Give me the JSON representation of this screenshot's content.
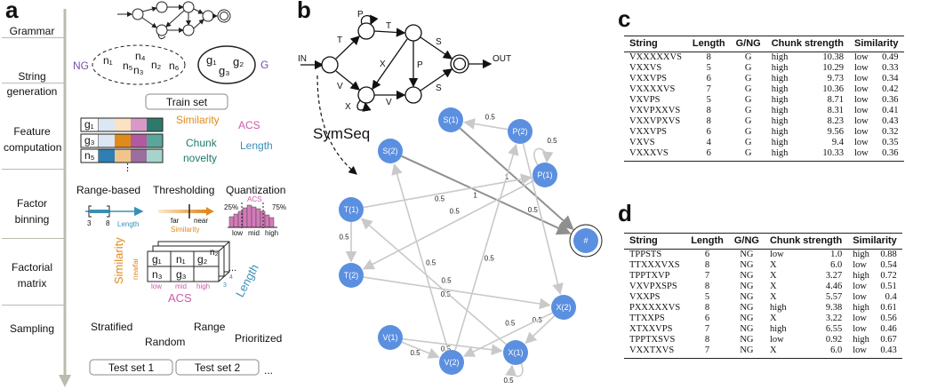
{
  "panels": {
    "a": "a",
    "b": "b",
    "c": "c",
    "d": "d"
  },
  "panel_a": {
    "stages": [
      "Grammar",
      "String",
      "generation",
      "Feature",
      "computation",
      "Factor",
      "binning",
      "Factorial",
      "matrix",
      "Sampling"
    ],
    "ng_label": "NG",
    "g_label": "G",
    "ng_items": [
      "n₁",
      "n₅",
      "n₄",
      "n₃",
      "n₂",
      "n₆"
    ],
    "g_items": [
      "g₁",
      "g₂",
      "g₃"
    ],
    "train_set": "Train set",
    "feature_rows": [
      "g₁",
      "g₃",
      "n₅"
    ],
    "feature_dots": "⋮",
    "features": {
      "similarity": "Similarity",
      "acs": "ACS",
      "chunk_novelty_1": "Chunk",
      "chunk_novelty_2": "novelty",
      "length": "Length"
    },
    "binning": {
      "range_based": "Range-based",
      "thresholding": "Thresholding",
      "quantization": "Quantization",
      "range_ticks": [
        "3",
        "8"
      ],
      "range_axis": "Length",
      "far": "far",
      "near": "near",
      "similarity": "Similarity",
      "q_low_pct": "25%",
      "q_high_pct": "75%",
      "acs": "ACS",
      "q_bins": [
        "low",
        "mid",
        "high"
      ]
    },
    "matrix": {
      "cells": [
        "g₁",
        "n₁",
        "g₂",
        "n₂",
        "n₃",
        "g₃"
      ],
      "similarity_axis": "Similarity",
      "sim_far": "far",
      "sim_near": "near",
      "acs_cols": [
        "low",
        "mid",
        "high"
      ],
      "acs_axis": "ACS",
      "length_axis": "Length",
      "length_ticks": [
        "3",
        "4"
      ],
      "dots": "..."
    },
    "sampling": {
      "stratified": "Stratified",
      "random": "Random",
      "range": "Range",
      "prioritized": "Prioritized"
    },
    "test_sets": [
      "Test set 1",
      "Test set 2"
    ],
    "test_dots": "..."
  },
  "panel_b": {
    "grammar_labels": {
      "in": "IN",
      "out": "OUT",
      "edges": [
        "P",
        "T",
        "T",
        "S",
        "X",
        "P",
        "S",
        "V",
        "V",
        "X"
      ]
    },
    "symseq": "SymSeq",
    "nodes": [
      {
        "id": "S(1)"
      },
      {
        "id": "P(2)"
      },
      {
        "id": "S(2)"
      },
      {
        "id": "P(1)"
      },
      {
        "id": "T(1)"
      },
      {
        "id": "#"
      },
      {
        "id": "T(2)"
      },
      {
        "id": "X(2)"
      },
      {
        "id": "V(1)"
      },
      {
        "id": "V(2)"
      },
      {
        "id": "X(1)"
      }
    ],
    "edges": [
      {
        "from": "S(2)",
        "to": "#",
        "label": "1"
      },
      {
        "from": "S(1)",
        "to": "#",
        "label": "1"
      },
      {
        "from": "P(2)",
        "to": "S(1)",
        "label": "0.5"
      },
      {
        "from": "P(2)",
        "to": "X(2)",
        "label": "0.5"
      },
      {
        "from": "P(1)",
        "to": "P(1)",
        "label": "0.5"
      },
      {
        "from": "P(1)",
        "to": "T(2)",
        "label": "0.5"
      },
      {
        "from": "T(1)",
        "to": "P(1)",
        "label": "0.5"
      },
      {
        "from": "T(1)",
        "to": "T(2)",
        "label": "0.5"
      },
      {
        "from": "T(2)",
        "to": "X(2)",
        "label": "0.5"
      },
      {
        "from": "X(2)",
        "to": "X(1)",
        "label": "0.5"
      },
      {
        "from": "X(2)",
        "to": "V(2)",
        "label": "0.5"
      },
      {
        "from": "V(1)",
        "to": "V(2)",
        "label": "0.5"
      },
      {
        "from": "V(1)",
        "to": "X(1)",
        "label": "0.5"
      },
      {
        "from": "X(1)",
        "to": "X(1)",
        "label": "0.5"
      },
      {
        "from": "V(2)",
        "to": "S(2)",
        "label": "0.5"
      },
      {
        "from": "V(2)",
        "to": "P(2)",
        "label": "0.5"
      },
      {
        "from": "X(1)",
        "to": "T(1)",
        "label": "0.5"
      }
    ]
  },
  "table_c": {
    "headers": [
      "String",
      "Length",
      "G/NG",
      "Chunk strength",
      "",
      "Similarity",
      ""
    ],
    "rows": [
      [
        "VXXXXXVS",
        "8",
        "G",
        "high",
        "10.38",
        "low",
        "0.49"
      ],
      [
        "VXXVS",
        "5",
        "G",
        "high",
        "10.29",
        "low",
        "0.33"
      ],
      [
        "VXXVPS",
        "6",
        "G",
        "high",
        "9.73",
        "low",
        "0.34"
      ],
      [
        "VXXXXVS",
        "7",
        "G",
        "high",
        "10.36",
        "low",
        "0.42"
      ],
      [
        "VXVPS",
        "5",
        "G",
        "high",
        "8.71",
        "low",
        "0.36"
      ],
      [
        "VXVPXXVS",
        "8",
        "G",
        "high",
        "8.31",
        "low",
        "0.41"
      ],
      [
        "VXXVPXVS",
        "8",
        "G",
        "high",
        "8.23",
        "low",
        "0.43"
      ],
      [
        "VXXVPS",
        "6",
        "G",
        "high",
        "9.56",
        "low",
        "0.32"
      ],
      [
        "VXVS",
        "4",
        "G",
        "high",
        "9.4",
        "low",
        "0.35"
      ],
      [
        "VXXXVS",
        "6",
        "G",
        "high",
        "10.33",
        "low",
        "0.36"
      ]
    ]
  },
  "table_d": {
    "headers": [
      "String",
      "Length",
      "G/NG",
      "Chunk strength",
      "",
      "Similarity",
      ""
    ],
    "rows": [
      [
        "TPPSTS",
        "6",
        "NG",
        "low",
        "1.0",
        "high",
        "0.88"
      ],
      [
        "TTXXXVXS",
        "8",
        "NG",
        "X",
        "6.0",
        "low",
        "0.54"
      ],
      [
        "TPPTXVP",
        "7",
        "NG",
        "X",
        "3.27",
        "high",
        "0.72"
      ],
      [
        "VXVPXSPS",
        "8",
        "NG",
        "X",
        "4.46",
        "low",
        "0.51"
      ],
      [
        "VXXPS",
        "5",
        "NG",
        "X",
        "5.57",
        "low",
        "0.4"
      ],
      [
        "PXXXXXVS",
        "8",
        "NG",
        "high",
        "9.38",
        "high",
        "0.61"
      ],
      [
        "TTXXPS",
        "6",
        "NG",
        "X",
        "3.22",
        "low",
        "0.56"
      ],
      [
        "XTXXVPS",
        "7",
        "NG",
        "high",
        "6.55",
        "low",
        "0.46"
      ],
      [
        "TPPTXSVS",
        "8",
        "NG",
        "low",
        "0.92",
        "high",
        "0.67"
      ],
      [
        "VXXTXVS",
        "7",
        "NG",
        "X",
        "6.0",
        "low",
        "0.43"
      ]
    ]
  },
  "colors": {
    "node_blue": "#5b8fe0",
    "edge_gray": "#c9c9c9",
    "edge_dark": "#8f8f8f",
    "purple": "#7a4ea6",
    "orange": "#e08a1e",
    "pink": "#cc5aa8",
    "teal": "#1f7a6c",
    "lightblue": "#3a8fb7"
  }
}
